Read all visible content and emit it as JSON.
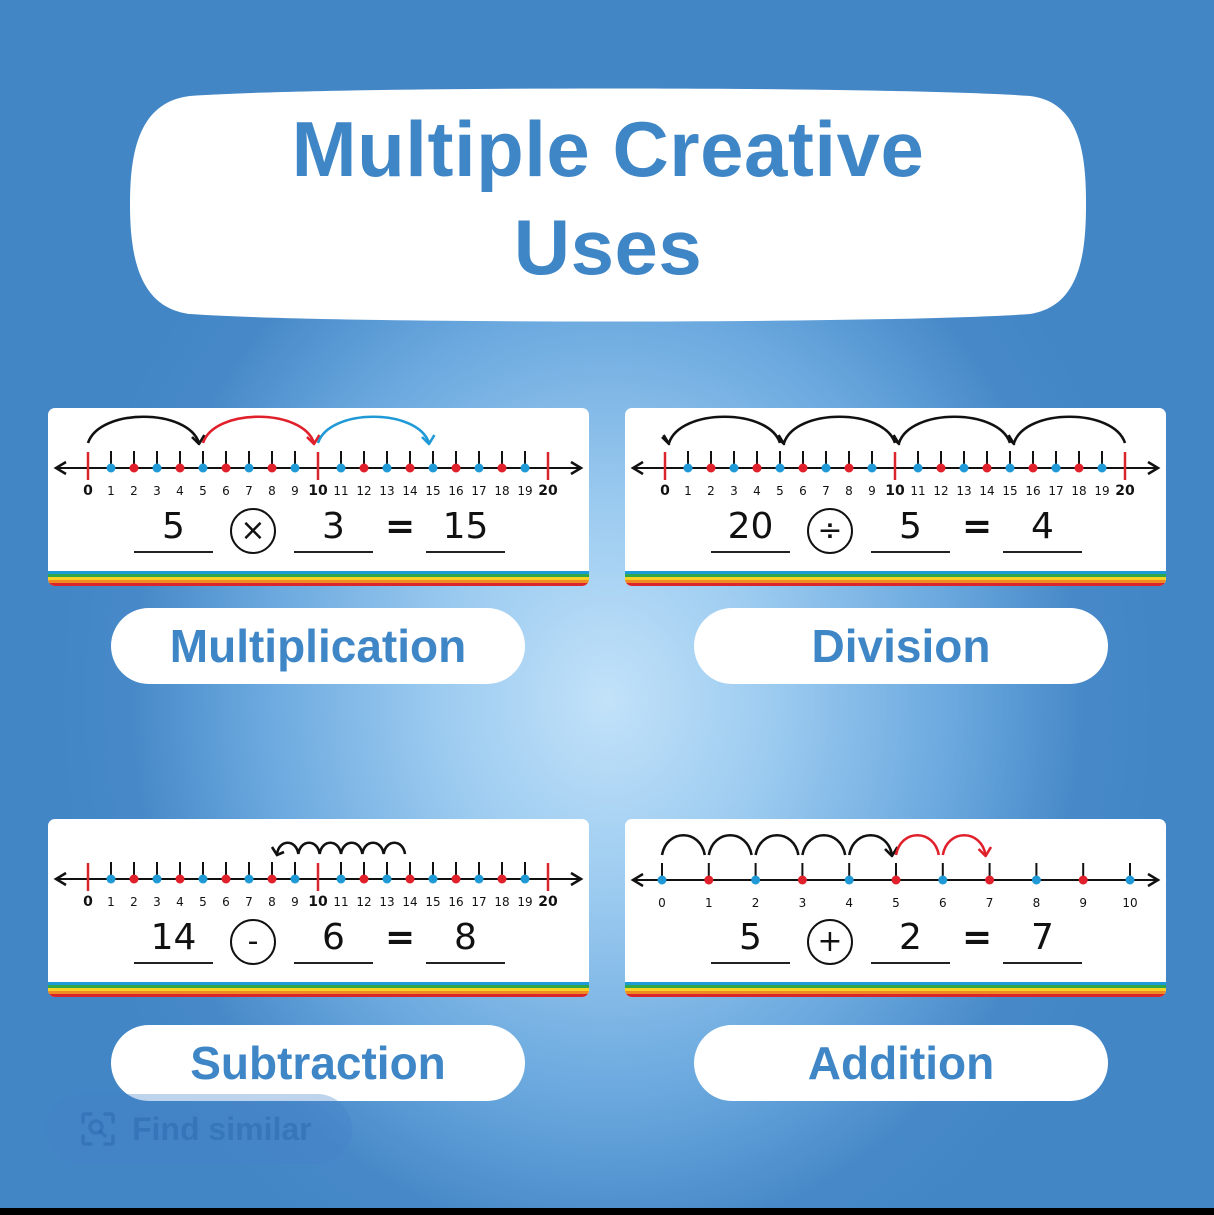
{
  "header": {
    "title_line1": "Multiple Creative",
    "title_line2": "Uses"
  },
  "colors": {
    "accent_blue": "#3f86c7",
    "bg_edge": "#4286c6",
    "bg_center": "#c2e2f9",
    "dot_blue": "#1f9ad6",
    "dot_red": "#e0202a",
    "major_tick_red": "#d9262c",
    "stripes": [
      "#1e9bd7",
      "#2ea64a",
      "#f5d224",
      "#f08a22",
      "#d9262c"
    ]
  },
  "cards": [
    {
      "id": "multiplication",
      "label": "Multiplication",
      "range": [
        0,
        20
      ],
      "major": [
        0,
        10,
        20
      ],
      "hops": [
        {
          "from": 0,
          "to": 5,
          "color": "#111111",
          "arrow": "end"
        },
        {
          "from": 5,
          "to": 10,
          "color": "#e0202a",
          "arrow": "end"
        },
        {
          "from": 10,
          "to": 15,
          "color": "#1f9ad6",
          "arrow": "end"
        }
      ],
      "equation": {
        "a": "5",
        "op": "×",
        "b": "3",
        "eq": "=",
        "result": "15"
      }
    },
    {
      "id": "division",
      "label": "Division",
      "range": [
        0,
        20
      ],
      "major": [
        0,
        10,
        20
      ],
      "hops": [
        {
          "from": 5,
          "to": 0,
          "color": "#111111",
          "arrow": "end"
        },
        {
          "from": 10,
          "to": 5,
          "color": "#111111",
          "arrow": "end"
        },
        {
          "from": 15,
          "to": 10,
          "color": "#111111",
          "arrow": "end"
        },
        {
          "from": 20,
          "to": 15,
          "color": "#111111",
          "arrow": "end"
        }
      ],
      "equation": {
        "a": "20",
        "op": "÷",
        "b": "5",
        "eq": "=",
        "result": "4"
      }
    },
    {
      "id": "subtraction",
      "label": "Subtraction",
      "range": [
        0,
        20
      ],
      "major": [
        0,
        10,
        20
      ],
      "small_hops": {
        "from": 14,
        "to": 8,
        "color": "#111111"
      },
      "hops": [],
      "equation": {
        "a": "14",
        "op": "-",
        "b": "6",
        "eq": "=",
        "result": "8"
      }
    },
    {
      "id": "addition",
      "label": "Addition",
      "range": [
        0,
        10
      ],
      "major": [],
      "hops": [
        {
          "from": 0,
          "to": 1,
          "color": "#111111",
          "arrow": "none"
        },
        {
          "from": 1,
          "to": 2,
          "color": "#111111",
          "arrow": "none"
        },
        {
          "from": 2,
          "to": 3,
          "color": "#111111",
          "arrow": "none"
        },
        {
          "from": 3,
          "to": 4,
          "color": "#111111",
          "arrow": "none"
        },
        {
          "from": 4,
          "to": 5,
          "color": "#111111",
          "arrow": "end"
        },
        {
          "from": 5,
          "to": 6,
          "color": "#e0202a",
          "arrow": "none"
        },
        {
          "from": 6,
          "to": 7,
          "color": "#e0202a",
          "arrow": "end"
        }
      ],
      "equation": {
        "a": "5",
        "op": "+",
        "b": "2",
        "eq": "=",
        "result": "7"
      }
    }
  ],
  "overlay": {
    "find_similar_label": "Find similar"
  }
}
